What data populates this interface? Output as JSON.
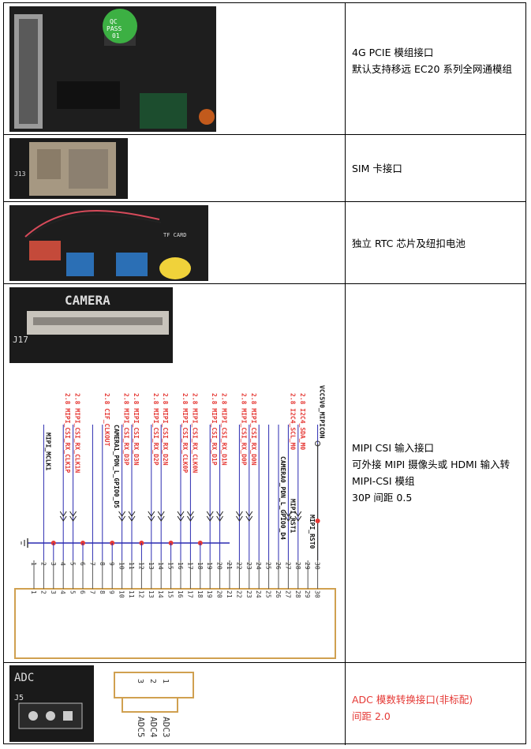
{
  "rows": [
    {
      "lines": [
        "4G PCIE 模组接口",
        "默认支持移远  EC20  系列全网通模组"
      ],
      "photo_labels": [
        "QC",
        "PASS",
        "01"
      ]
    },
    {
      "lines": [
        "SIM 卡接口"
      ],
      "photo_labels": [
        "J13"
      ]
    },
    {
      "lines": [
        "独立 RTC 芯片及纽扣电池"
      ],
      "photo_labels": [
        "TF CARD"
      ]
    },
    {
      "lines": [
        "MIPI CSI 输入接口",
        "可外接 MIPI 摄像头或 HDMI 输入转",
        "MIPI-CSI 模组",
        "30P 间距 0.5"
      ],
      "photo_labels": [
        "CAMERA",
        "J17"
      ]
    },
    {
      "lines": [
        "ADC 模数转换接口(非标配)",
        "间距 2.0"
      ],
      "photo_labels": [
        "ADC",
        "J5"
      ]
    }
  ],
  "mipi_schematic": {
    "pin_numbers": [
      "1",
      "2",
      "3",
      "4",
      "5",
      "6",
      "7",
      "8",
      "9",
      "10",
      "11",
      "12",
      "13",
      "14",
      "15",
      "16",
      "17",
      "18",
      "19",
      "20",
      "21",
      "22",
      "23",
      "24",
      "25",
      "26",
      "27",
      "28",
      "29",
      "30"
    ],
    "red_labels": [
      "2.8 MIPI_CSI_RX_CLK1P",
      "2.8 MIPI_CSI_RX_CLK1N",
      "2.8 CIF_CLKOUT",
      "2.8 MIPI_CSI_RX_D3P",
      "2.8 MIPI_CSI_RX_D3N",
      "2.8 MIPI_CSI_RX_D2P",
      "2.8 MIPI_CSI_RX_D2N",
      "2.8 MIPI_CSI_RX_CLK0P",
      "2.8 MIPI_CSI_RX_CLK0N",
      "2.8 MIPI_CSI_RX_D1P",
      "2.8 MIPI_CSI_RX_D1N",
      "2.8 MIPI_CSI_RX_D0P",
      "2.8 MIPI_CSI_RX_D0N",
      "2.8 I2C4_SCL_M0",
      "2.8 I2C4_SDA_M0"
    ],
    "black_labels": [
      "MIPI_MCLK1",
      "CAMERA1_PDN_L_GPIO0_D5",
      "CAMERA0_PDN_L_GPIO0_D4",
      "MIPI_RST1",
      "MIPI_RST0",
      "VCC5V0_MIPICON"
    ]
  },
  "adc_schematic": {
    "pins": [
      "1",
      "2",
      "3"
    ],
    "labels": [
      "ADC3",
      "ADC4",
      "ADC5"
    ]
  },
  "colors": {
    "red": "#e53935",
    "schematic_blue": "#2a2ab0",
    "connector_orange": "#d0a050"
  }
}
